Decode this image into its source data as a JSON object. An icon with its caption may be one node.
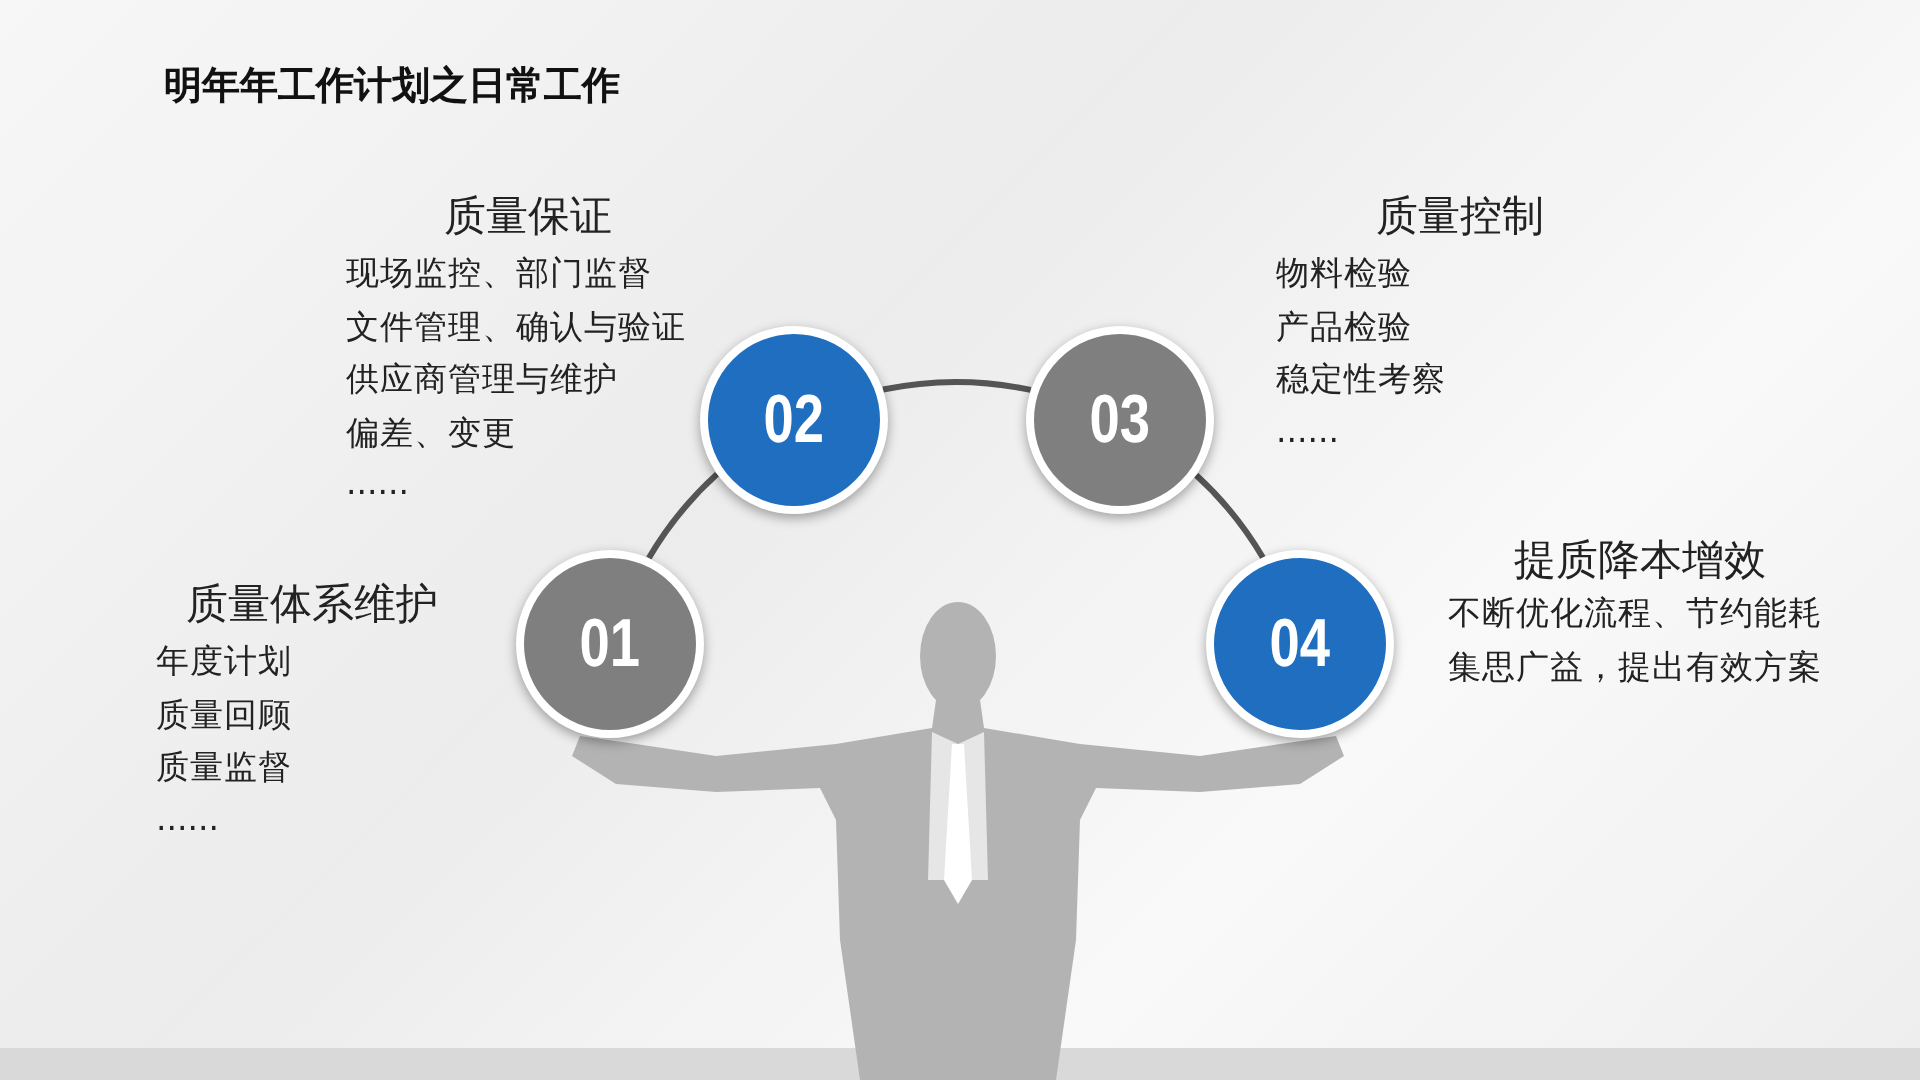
{
  "diagram": {
    "title": "明年年工作计划之日常工作",
    "nodes": [
      {
        "text": [
          "01"
        ],
        "beside": [
          "质量体系维护",
          "年度计划",
          "质量回顾",
          "质量监督",
          "......"
        ]
      },
      {
        "text": [
          "02"
        ],
        "beside": [
          "质量保证",
          "现场监控、部门监督",
          "文件管理、确认与验证",
          "供应商管理与维护",
          "偏差、变更",
          "......"
        ]
      },
      {
        "text": [
          "03"
        ],
        "beside": [
          "质量控制",
          "物料检验",
          "产品检验",
          "稳定性考察",
          "......"
        ]
      },
      {
        "text": [
          "04"
        ],
        "beside": [
          "提质降本增效",
          "不断优化流程、节约能耗",
          "集思广益，提出有效方案"
        ]
      }
    ],
    "edges": [
      {
        "from": 0,
        "to": 1,
        "arrow": "none"
      },
      {
        "from": 1,
        "to": 2,
        "arrow": "none"
      },
      {
        "from": 2,
        "to": 3,
        "arrow": "none"
      }
    ]
  }
}
